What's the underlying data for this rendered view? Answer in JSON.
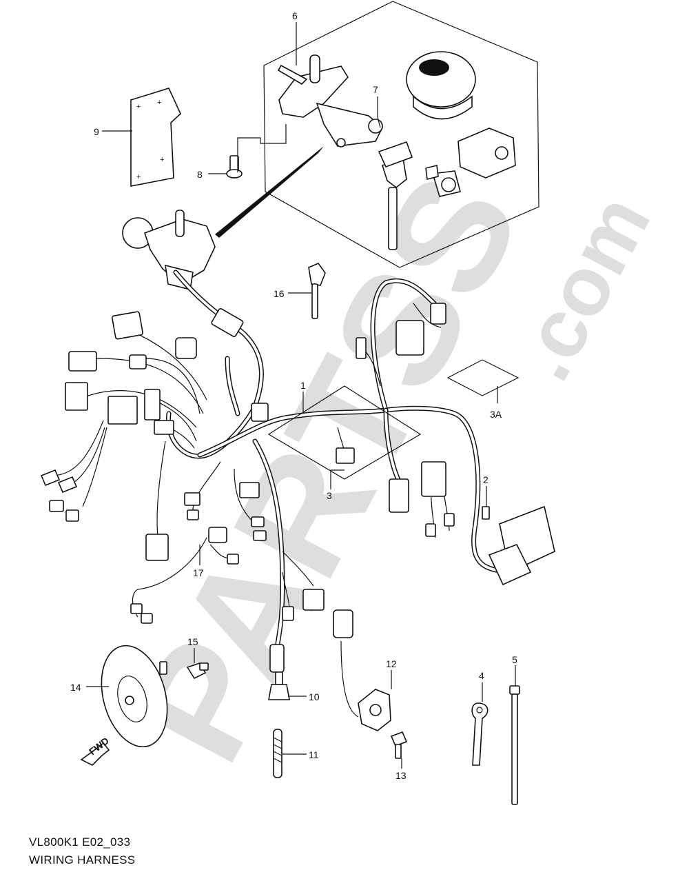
{
  "watermark": {
    "text_main": "PARTSS",
    "text_suffix": ".com",
    "color": "#d9d9d9"
  },
  "footer": {
    "model_code": "VL800K1 E02_033",
    "title": "WIRING HARNESS"
  },
  "fwd_label": "FWD",
  "callouts": [
    {
      "id": "1",
      "label": "1"
    },
    {
      "id": "2",
      "label": "2"
    },
    {
      "id": "3",
      "label": "3"
    },
    {
      "id": "3a",
      "label": "3A"
    },
    {
      "id": "4",
      "label": "4"
    },
    {
      "id": "5",
      "label": "5"
    },
    {
      "id": "6",
      "label": "6"
    },
    {
      "id": "7",
      "label": "7"
    },
    {
      "id": "8",
      "label": "8"
    },
    {
      "id": "9",
      "label": "9"
    },
    {
      "id": "10",
      "label": "10"
    },
    {
      "id": "11",
      "label": "11"
    },
    {
      "id": "12",
      "label": "12"
    },
    {
      "id": "13",
      "label": "13"
    },
    {
      "id": "14",
      "label": "14"
    },
    {
      "id": "15",
      "label": "15"
    },
    {
      "id": "16",
      "label": "16"
    },
    {
      "id": "17",
      "label": "17"
    }
  ]
}
